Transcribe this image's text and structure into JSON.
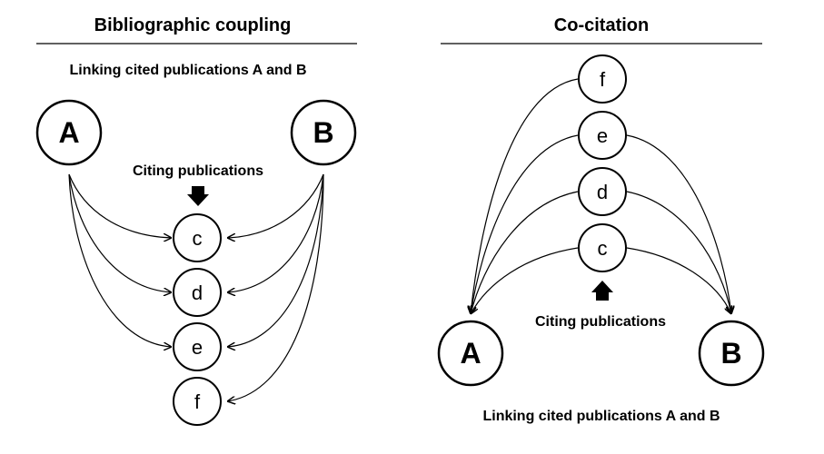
{
  "bibliographic_coupling": {
    "title": "Bibliographic coupling",
    "subtitle": "Linking cited publications A and B",
    "citing_label": "Citing publications",
    "node_a": "A",
    "node_b": "B",
    "nodes": [
      "c",
      "d",
      "e",
      "f"
    ]
  },
  "co_citation": {
    "title": "Co-citation",
    "subtitle": "Linking cited publications A and B",
    "citing_label": "Citing publications",
    "node_a": "A",
    "node_b": "B",
    "nodes": [
      "f",
      "e",
      "d",
      "c"
    ]
  },
  "colors": {
    "stroke": "#000000",
    "background": "#ffffff"
  }
}
